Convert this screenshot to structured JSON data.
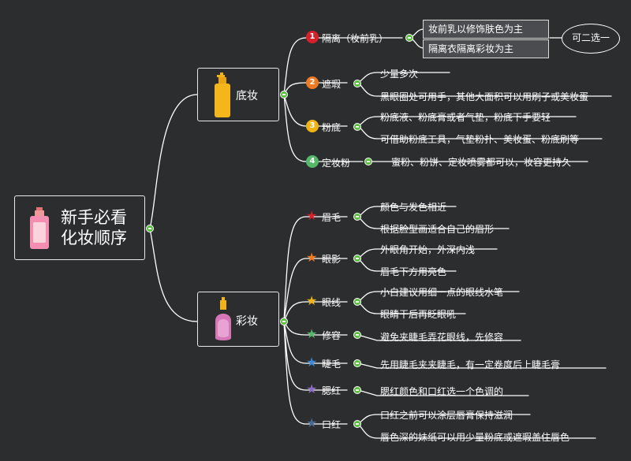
{
  "root": {
    "title_line1": "新手必看",
    "title_line2": "化妆顺序",
    "icon": "perfume-bottle-icon"
  },
  "colors": {
    "background": "#2b2d2f",
    "line": "#ffffff",
    "toggle": "#5bbf3d",
    "step1": "#d8202a",
    "step2": "#f07a24",
    "step3": "#f0b417",
    "step4": "#55b86a",
    "star_brow": "#d8202a",
    "star_eyeshadow": "#f07a24",
    "star_eyeliner": "#f0b417",
    "star_contour": "#55b86a",
    "star_mascara": "#3d8ad6",
    "star_blush": "#8a6cc0",
    "star_lipstick": "#4a6a92"
  },
  "base": {
    "label": "底妆",
    "icon": "foundation-bottle-icon",
    "steps": [
      {
        "num": "1",
        "label": "隔离（妆前乳）",
        "leaves": [
          "妆前乳以修饰肤色为主",
          "隔离衣隔离彩妆为主"
        ],
        "note": "可二选一"
      },
      {
        "num": "2",
        "label": "遮瑕",
        "leaves": [
          "少量多次",
          "黑眼圈处可用手，其他大面积可以用刷子或美妆蛋"
        ]
      },
      {
        "num": "3",
        "label": "粉底",
        "leaves": [
          "粉底液、粉底膏或者气垫，粉底下手要轻",
          "可借助粉底工具，气垫粉扑、美妆蛋、粉底刷等"
        ]
      },
      {
        "num": "4",
        "label": "定妆粉",
        "leaves": [
          "蜜粉、粉饼、定妆喷雾都可以，妆容更持久"
        ]
      }
    ]
  },
  "color_makeup": {
    "label": "彩妆",
    "icon": "perfume-pink-icon",
    "steps": [
      {
        "label": "眉毛",
        "leaves": [
          "颜色与发色相近",
          "根据脸型画适合自己的眉形"
        ]
      },
      {
        "label": "眼影",
        "leaves": [
          "外眼角开始，外深内浅",
          "眉毛下方用亮色"
        ]
      },
      {
        "label": "眼线",
        "leaves": [
          "小白建议用细一点的眼线水笔",
          "眼睛干后再眨眼吼"
        ]
      },
      {
        "label": "修容",
        "leaves": [
          "避免夹睫毛弄花眼线，先修容"
        ]
      },
      {
        "label": "睫毛",
        "leaves": [
          "先用睫毛夹夹睫毛，有一定卷度后上睫毛膏"
        ]
      },
      {
        "label": "腮红",
        "leaves": [
          "腮红颜色和口红选一个色调的"
        ]
      },
      {
        "label": "口红",
        "leaves": [
          "口红之前可以涂层唇膏保持滋润",
          "唇色深的妹纸可以用少量粉底或遮瑕盖住唇色"
        ]
      }
    ]
  }
}
